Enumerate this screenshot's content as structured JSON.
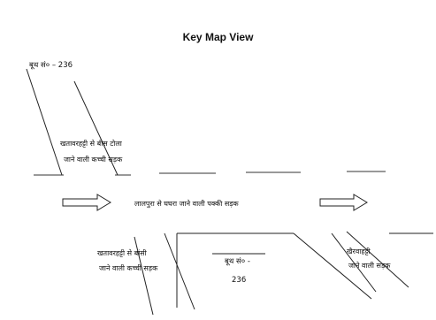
{
  "map": {
    "title": "Key Map View",
    "booth_top": "बूथ सं० – 236",
    "booth_bottom_line1": "बूथ सं० -",
    "booth_bottom_line2": "236",
    "road_upper_left_line1": "खतावरहट्टी से बीस टोला",
    "road_upper_left_line2": "जाने वाली कच्ची सड़क",
    "main_road": "लालपुरा से घघरा जाने वाली पक्की सड़क",
    "road_lower_left_line1": "खतावरहट्टी से बांसी",
    "road_lower_left_line2": "जाने वाली कच्ची सड़क",
    "road_lower_right_line1": "खैरवाहट्टी",
    "road_lower_right_line2": "जाने वाली सड़क"
  },
  "colors": {
    "ink": "#111111",
    "background": "#ffffff"
  },
  "icons": [
    "direction-arrow-icon"
  ]
}
